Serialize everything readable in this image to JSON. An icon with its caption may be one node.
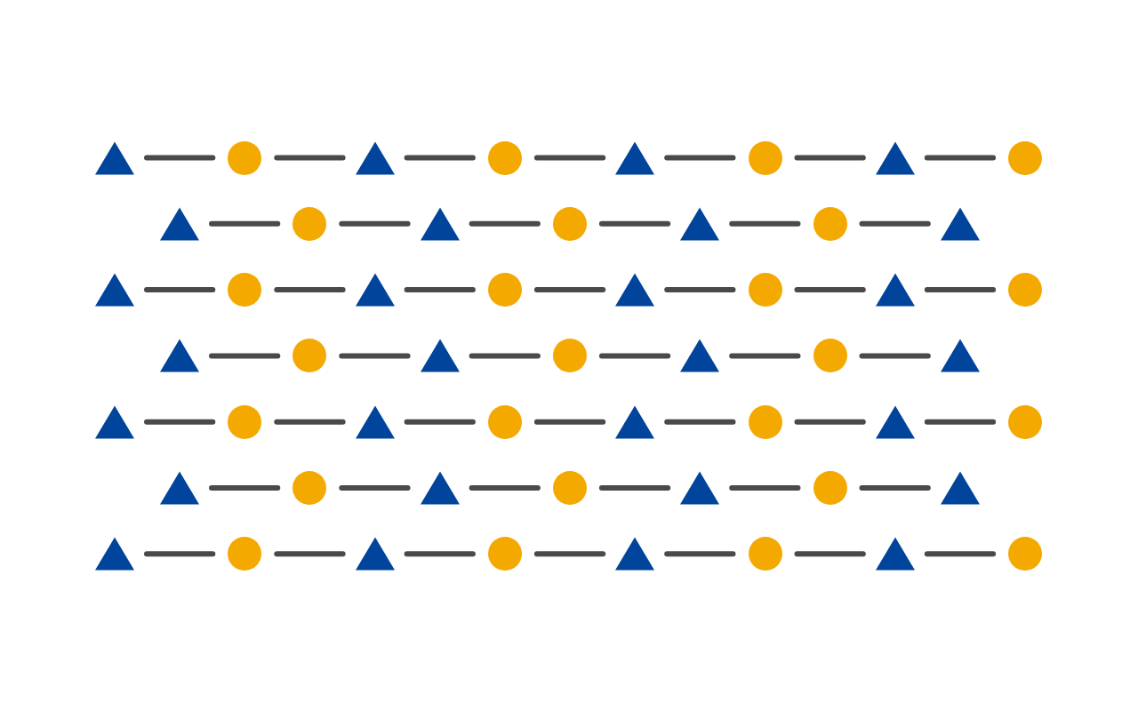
{
  "diagram": {
    "nodes": [
      {
        "text": [],
        "shape": "triangle"
      },
      {
        "text": [],
        "shape": "circle"
      },
      {
        "text": [],
        "shape": "triangle"
      },
      {
        "text": [],
        "shape": "circle"
      },
      {
        "text": [],
        "shape": "triangle"
      },
      {
        "text": [],
        "shape": "circle"
      },
      {
        "text": [],
        "shape": "triangle"
      },
      {
        "text": [],
        "shape": "circle"
      },
      {
        "text": [],
        "shape": "triangle"
      },
      {
        "text": [],
        "shape": "circle"
      },
      {
        "text": [],
        "shape": "triangle"
      },
      {
        "text": [],
        "shape": "circle"
      },
      {
        "text": [],
        "shape": "triangle"
      },
      {
        "text": [],
        "shape": "circle"
      },
      {
        "text": [],
        "shape": "triangle"
      },
      {
        "text": [],
        "shape": "triangle"
      },
      {
        "text": [],
        "shape": "circle"
      },
      {
        "text": [],
        "shape": "triangle"
      },
      {
        "text": [],
        "shape": "circle"
      },
      {
        "text": [],
        "shape": "triangle"
      },
      {
        "text": [],
        "shape": "circle"
      },
      {
        "text": [],
        "shape": "triangle"
      },
      {
        "text": [],
        "shape": "circle"
      },
      {
        "text": [],
        "shape": "triangle"
      },
      {
        "text": [],
        "shape": "circle"
      },
      {
        "text": [],
        "shape": "triangle"
      },
      {
        "text": [],
        "shape": "circle"
      },
      {
        "text": [],
        "shape": "triangle"
      },
      {
        "text": [],
        "shape": "circle"
      },
      {
        "text": [],
        "shape": "triangle"
      },
      {
        "text": [],
        "shape": "triangle"
      },
      {
        "text": [],
        "shape": "circle"
      },
      {
        "text": [],
        "shape": "triangle"
      },
      {
        "text": [],
        "shape": "circle"
      },
      {
        "text": [],
        "shape": "triangle"
      },
      {
        "text": [],
        "shape": "circle"
      },
      {
        "text": [],
        "shape": "triangle"
      },
      {
        "text": [],
        "shape": "circle"
      },
      {
        "text": [],
        "shape": "triangle"
      },
      {
        "text": [],
        "shape": "circle"
      },
      {
        "text": [],
        "shape": "triangle"
      },
      {
        "text": [],
        "shape": "circle"
      },
      {
        "text": [],
        "shape": "triangle"
      },
      {
        "text": [],
        "shape": "circle"
      },
      {
        "text": [],
        "shape": "triangle"
      },
      {
        "text": [],
        "shape": "triangle"
      },
      {
        "text": [],
        "shape": "circle"
      },
      {
        "text": [],
        "shape": "triangle"
      },
      {
        "text": [],
        "shape": "circle"
      },
      {
        "text": [],
        "shape": "triangle"
      },
      {
        "text": [],
        "shape": "circle"
      },
      {
        "text": [],
        "shape": "triangle"
      },
      {
        "text": [],
        "shape": "circle"
      }
    ],
    "edges": [
      {
        "from": 0,
        "to": 1,
        "arrow": "none"
      },
      {
        "from": 1,
        "to": 2,
        "arrow": "none"
      },
      {
        "from": 2,
        "to": 3,
        "arrow": "none"
      },
      {
        "from": 3,
        "to": 4,
        "arrow": "none"
      },
      {
        "from": 4,
        "to": 5,
        "arrow": "none"
      },
      {
        "from": 5,
        "to": 6,
        "arrow": "none"
      },
      {
        "from": 6,
        "to": 7,
        "arrow": "none"
      },
      {
        "from": 8,
        "to": 9,
        "arrow": "none"
      },
      {
        "from": 9,
        "to": 10,
        "arrow": "none"
      },
      {
        "from": 10,
        "to": 11,
        "arrow": "none"
      },
      {
        "from": 11,
        "to": 12,
        "arrow": "none"
      },
      {
        "from": 12,
        "to": 13,
        "arrow": "none"
      },
      {
        "from": 13,
        "to": 14,
        "arrow": "none"
      },
      {
        "from": 15,
        "to": 16,
        "arrow": "none"
      },
      {
        "from": 16,
        "to": 17,
        "arrow": "none"
      },
      {
        "from": 17,
        "to": 18,
        "arrow": "none"
      },
      {
        "from": 18,
        "to": 19,
        "arrow": "none"
      },
      {
        "from": 19,
        "to": 20,
        "arrow": "none"
      },
      {
        "from": 20,
        "to": 21,
        "arrow": "none"
      },
      {
        "from": 21,
        "to": 22,
        "arrow": "none"
      },
      {
        "from": 23,
        "to": 24,
        "arrow": "none"
      },
      {
        "from": 24,
        "to": 25,
        "arrow": "none"
      },
      {
        "from": 25,
        "to": 26,
        "arrow": "none"
      },
      {
        "from": 26,
        "to": 27,
        "arrow": "none"
      },
      {
        "from": 27,
        "to": 28,
        "arrow": "none"
      },
      {
        "from": 28,
        "to": 29,
        "arrow": "none"
      },
      {
        "from": 30,
        "to": 31,
        "arrow": "none"
      },
      {
        "from": 31,
        "to": 32,
        "arrow": "none"
      },
      {
        "from": 32,
        "to": 33,
        "arrow": "none"
      },
      {
        "from": 33,
        "to": 34,
        "arrow": "none"
      },
      {
        "from": 34,
        "to": 35,
        "arrow": "none"
      },
      {
        "from": 35,
        "to": 36,
        "arrow": "none"
      },
      {
        "from": 36,
        "to": 37,
        "arrow": "none"
      },
      {
        "from": 38,
        "to": 39,
        "arrow": "none"
      },
      {
        "from": 39,
        "to": 40,
        "arrow": "none"
      },
      {
        "from": 40,
        "to": 41,
        "arrow": "none"
      },
      {
        "from": 41,
        "to": 42,
        "arrow": "none"
      },
      {
        "from": 42,
        "to": 43,
        "arrow": "none"
      },
      {
        "from": 43,
        "to": 44,
        "arrow": "none"
      },
      {
        "from": 45,
        "to": 46,
        "arrow": "none"
      },
      {
        "from": 46,
        "to": 47,
        "arrow": "none"
      },
      {
        "from": 47,
        "to": 48,
        "arrow": "none"
      },
      {
        "from": 48,
        "to": 49,
        "arrow": "none"
      },
      {
        "from": 49,
        "to": 50,
        "arrow": "none"
      },
      {
        "from": 50,
        "to": 51,
        "arrow": "none"
      },
      {
        "from": 51,
        "to": 52,
        "arrow": "none"
      }
    ]
  }
}
